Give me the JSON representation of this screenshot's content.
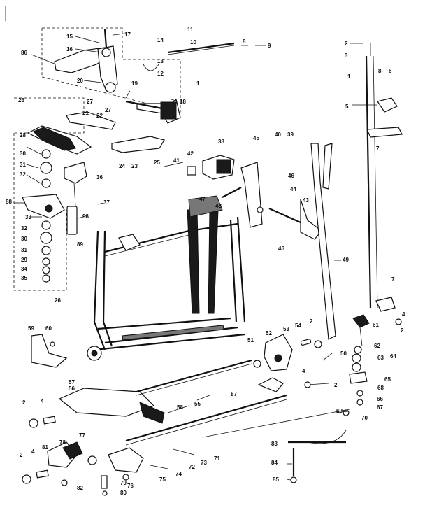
{
  "labels": [
    {
      "id": "l15a",
      "text": "15"
    },
    {
      "id": "l16",
      "text": "16"
    },
    {
      "id": "l17",
      "text": "17"
    },
    {
      "id": "l11",
      "text": "11"
    },
    {
      "id": "l10",
      "text": "10"
    },
    {
      "id": "l14",
      "text": "14"
    },
    {
      "id": "l8",
      "text": "8"
    },
    {
      "id": "l9",
      "text": "9"
    },
    {
      "id": "l86",
      "text": "86"
    },
    {
      "id": "l13a",
      "text": "13"
    },
    {
      "id": "l12",
      "text": "12"
    },
    {
      "id": "l20",
      "text": "20"
    },
    {
      "id": "l19",
      "text": "19"
    },
    {
      "id": "l18",
      "text": "18"
    },
    {
      "id": "l1a",
      "text": "1"
    },
    {
      "id": "l26a",
      "text": "26"
    },
    {
      "id": "l27a",
      "text": "27"
    },
    {
      "id": "l27b",
      "text": "27"
    },
    {
      "id": "l21",
      "text": "21"
    },
    {
      "id": "l22",
      "text": "22"
    },
    {
      "id": "l28",
      "text": "28"
    },
    {
      "id": "l24",
      "text": "24"
    },
    {
      "id": "l23",
      "text": "23"
    },
    {
      "id": "l25",
      "text": "25"
    },
    {
      "id": "l30a",
      "text": "30"
    },
    {
      "id": "l31a",
      "text": "31"
    },
    {
      "id": "l32a",
      "text": "32"
    },
    {
      "id": "l36",
      "text": "36"
    },
    {
      "id": "l41",
      "text": "41"
    },
    {
      "id": "l42",
      "text": "42"
    },
    {
      "id": "l38",
      "text": "38"
    },
    {
      "id": "l45",
      "text": "45"
    },
    {
      "id": "l40",
      "text": "40"
    },
    {
      "id": "l39",
      "text": "39"
    },
    {
      "id": "l46a",
      "text": "46"
    },
    {
      "id": "l37",
      "text": "37"
    },
    {
      "id": "l88",
      "text": "88"
    },
    {
      "id": "l33",
      "text": "33"
    },
    {
      "id": "l98",
      "text": "98"
    },
    {
      "id": "l32b",
      "text": "32"
    },
    {
      "id": "l30b",
      "text": "30"
    },
    {
      "id": "l31b",
      "text": "31"
    },
    {
      "id": "l89",
      "text": "89"
    },
    {
      "id": "l29",
      "text": "29"
    },
    {
      "id": "l34",
      "text": "34"
    },
    {
      "id": "l35",
      "text": "35"
    },
    {
      "id": "l26b",
      "text": "26"
    },
    {
      "id": "l47",
      "text": "47"
    },
    {
      "id": "l48",
      "text": "48"
    },
    {
      "id": "l44",
      "text": "44"
    },
    {
      "id": "l43",
      "text": "43"
    },
    {
      "id": "l46b",
      "text": "46"
    },
    {
      "id": "l49",
      "text": "49"
    },
    {
      "id": "l2a",
      "text": "2"
    },
    {
      "id": "l3",
      "text": "3"
    },
    {
      "id": "l1b",
      "text": "1"
    },
    {
      "id": "l8b",
      "text": "8"
    },
    {
      "id": "l6",
      "text": "6"
    },
    {
      "id": "l5",
      "text": "5"
    },
    {
      "id": "l7a",
      "text": "7"
    },
    {
      "id": "l7b",
      "text": "7"
    },
    {
      "id": "l4a",
      "text": "4"
    },
    {
      "id": "l2b",
      "text": "2"
    },
    {
      "id": "l61",
      "text": "61"
    },
    {
      "id": "l59",
      "text": "59"
    },
    {
      "id": "l60",
      "text": "60"
    },
    {
      "id": "l51",
      "text": "51"
    },
    {
      "id": "l52",
      "text": "52"
    },
    {
      "id": "l53",
      "text": "53"
    },
    {
      "id": "l54",
      "text": "54"
    },
    {
      "id": "l2c",
      "text": "2"
    },
    {
      "id": "l50",
      "text": "50"
    },
    {
      "id": "l62",
      "text": "62"
    },
    {
      "id": "l63",
      "text": "63"
    },
    {
      "id": "l64",
      "text": "64"
    },
    {
      "id": "l65",
      "text": "65"
    },
    {
      "id": "l68",
      "text": "68"
    },
    {
      "id": "l66",
      "text": "66"
    },
    {
      "id": "l67",
      "text": "67"
    },
    {
      "id": "l70",
      "text": "70"
    },
    {
      "id": "l69",
      "text": "69"
    },
    {
      "id": "l4b",
      "text": "4"
    },
    {
      "id": "l2d",
      "text": "2"
    },
    {
      "id": "l57",
      "text": "57"
    },
    {
      "id": "l56",
      "text": "56"
    },
    {
      "id": "l55",
      "text": "55"
    },
    {
      "id": "l58",
      "text": "58"
    },
    {
      "id": "l87",
      "text": "87"
    },
    {
      "id": "l2e",
      "text": "2"
    },
    {
      "id": "l4c",
      "text": "4"
    },
    {
      "id": "l77",
      "text": "77"
    },
    {
      "id": "l78",
      "text": "78"
    },
    {
      "id": "l81",
      "text": "81"
    },
    {
      "id": "l2f",
      "text": "2"
    },
    {
      "id": "l4d",
      "text": "4"
    },
    {
      "id": "l82",
      "text": "82"
    },
    {
      "id": "l79",
      "text": "79"
    },
    {
      "id": "l80",
      "text": "80"
    },
    {
      "id": "l76",
      "text": "76"
    },
    {
      "id": "l75",
      "text": "75"
    },
    {
      "id": "l74",
      "text": "74"
    },
    {
      "id": "l72",
      "text": "72"
    },
    {
      "id": "l73",
      "text": "73"
    },
    {
      "id": "l71",
      "text": "71"
    },
    {
      "id": "l83",
      "text": "83"
    },
    {
      "id": "l84",
      "text": "84"
    },
    {
      "id": "l85",
      "text": "85"
    }
  ]
}
